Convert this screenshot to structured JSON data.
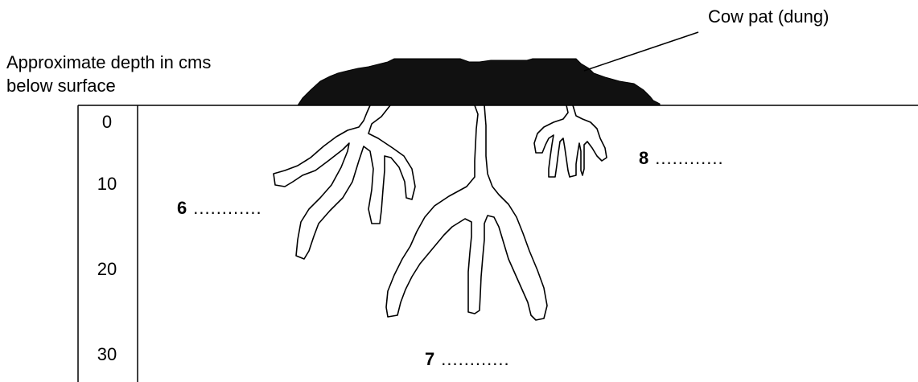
{
  "axis": {
    "title": "Approximate depth in cms below surface",
    "ticks": [
      "0",
      "10",
      "20",
      "30"
    ]
  },
  "callout": {
    "label": "Cow pat (dung)"
  },
  "answers": [
    {
      "number": "6",
      "blank": "............"
    },
    {
      "number": "7",
      "blank": "............"
    },
    {
      "number": "8",
      "blank": "............"
    }
  ],
  "colors": {
    "ink": "#000000",
    "background": "#ffffff"
  }
}
